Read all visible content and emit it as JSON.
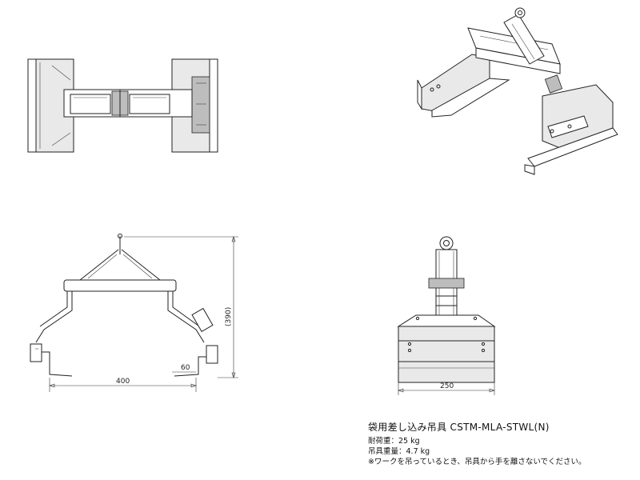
{
  "dimensions": {
    "front_width": "400",
    "front_offset": "60",
    "front_height": "(390)",
    "side_width": "250"
  },
  "spec": {
    "title": "袋用差し込み吊具 CSTM-MLA-STWL(N)",
    "max_load": "耐荷重：25 kg",
    "weight": "吊具重量：4.7 kg",
    "warning": "※ワークを吊っているとき、吊具から手を離さないでください。"
  }
}
